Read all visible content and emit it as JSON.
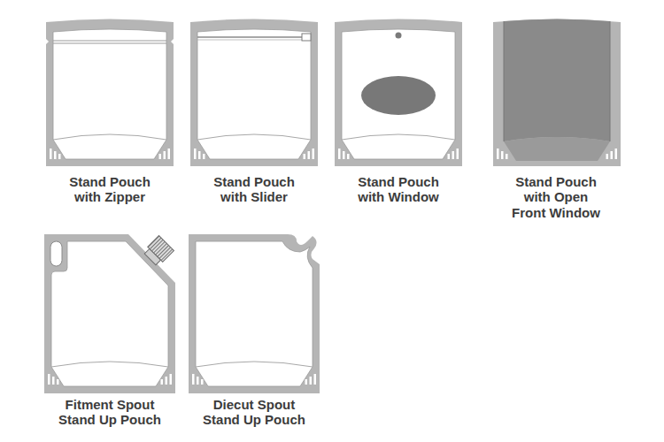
{
  "diagram": {
    "labels": [
      "Stand Pouch with Zipper",
      "Stand Pouch with Slider",
      "Stand Pouch with Window",
      "Stand Pouch with Open Front Window",
      "Fitment Spout Stand Up Pouch",
      "Diecut Spout Stand Up Pouch"
    ]
  }
}
